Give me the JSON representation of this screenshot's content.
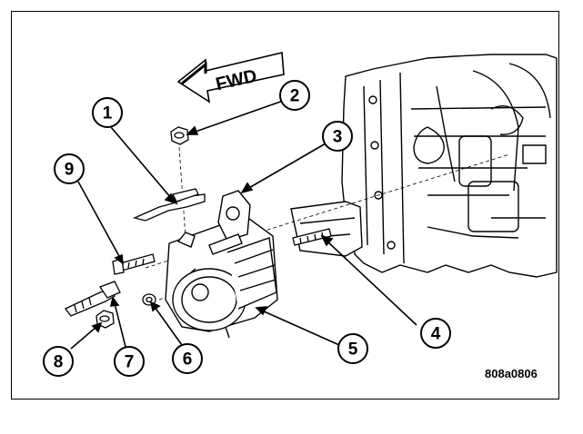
{
  "figure": {
    "fwd_label": "FWD",
    "figure_id": "808a0806",
    "callouts": [
      {
        "id": "1",
        "label": "1"
      },
      {
        "id": "2",
        "label": "2"
      },
      {
        "id": "3",
        "label": "3"
      },
      {
        "id": "4",
        "label": "4"
      },
      {
        "id": "5",
        "label": "5"
      },
      {
        "id": "6",
        "label": "6"
      },
      {
        "id": "7",
        "label": "7"
      },
      {
        "id": "8",
        "label": "8"
      },
      {
        "id": "9",
        "label": "9"
      }
    ]
  }
}
